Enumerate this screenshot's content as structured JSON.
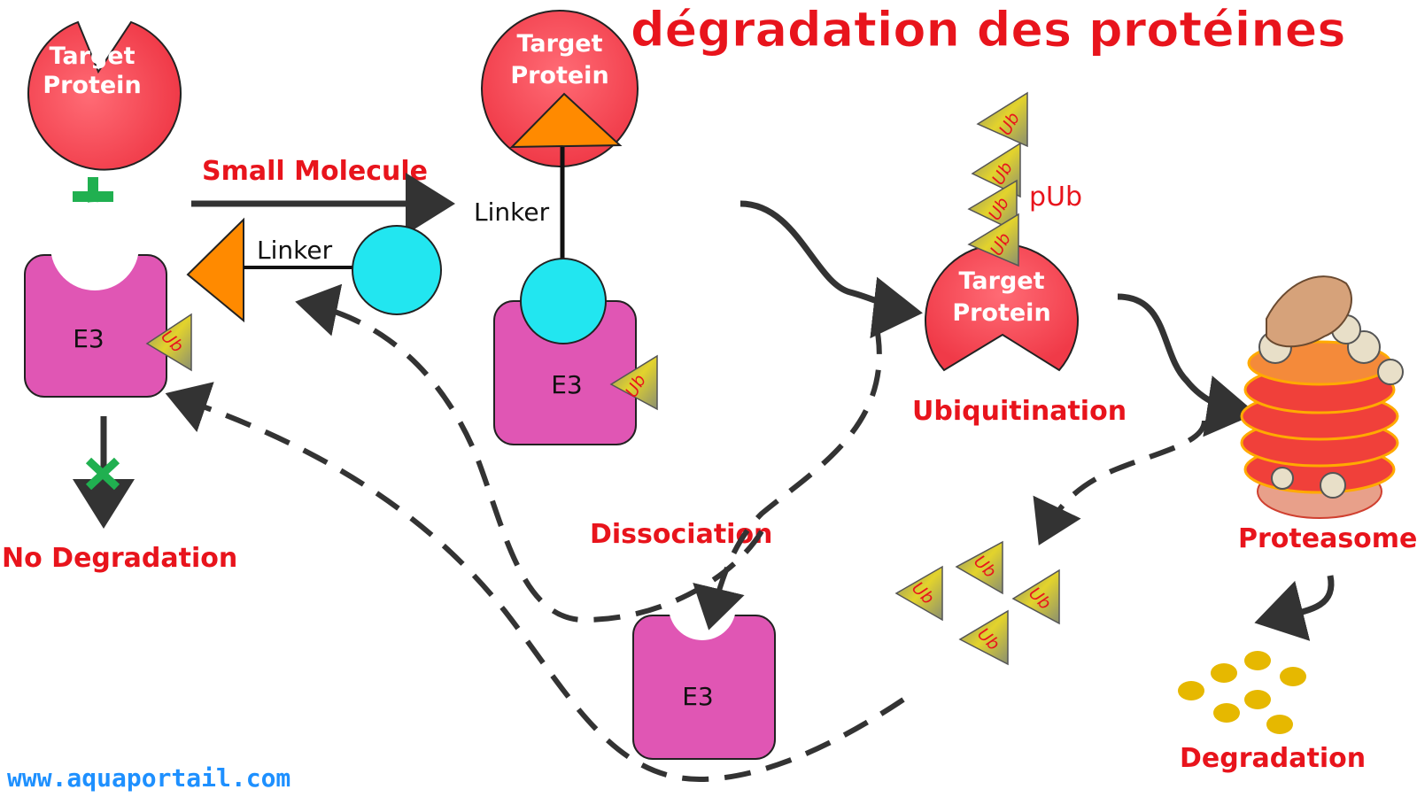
{
  "title": "dégradation des protéines",
  "watermark": "www.aquaportail.com",
  "labels": {
    "target_protein_line1": "Target",
    "target_protein_line2": "Protein",
    "small_molecule": "Small Molecule",
    "linker": "Linker",
    "e3": "E3",
    "ub": "Ub",
    "pub": "pUb",
    "ubiquitination": "Ubiquitination",
    "no_degradation": "No Degradation",
    "dissociation": "Dissociation",
    "proteasome": "Proteasome",
    "degradation": "Degradation"
  },
  "colors": {
    "title_red": "#e8141c",
    "target_protein": "#f24a57",
    "e3_ligase": "#e056b4",
    "cyan_ligand": "#22e6f0",
    "warhead_orange": "#ff8a00",
    "ubiquitin": "#e3d32c",
    "plus_green": "#20b050",
    "arrows": "#333333",
    "peptides": "#e6b800",
    "watermark_blue": "#1e90ff"
  }
}
